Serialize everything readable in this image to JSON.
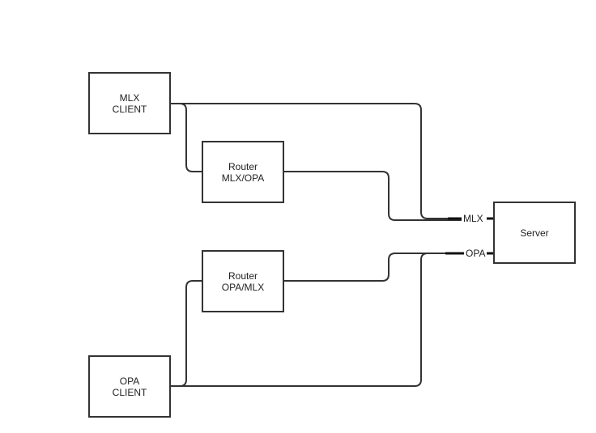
{
  "diagram": {
    "type": "network-connection-diagram",
    "stroke_color": "#333333",
    "background_color": "#ffffff",
    "nodes": [
      {
        "id": "mlx-client",
        "label": "MLX\nCLIENT"
      },
      {
        "id": "router-mlx-opa",
        "label": "Router\nMLX/OPA"
      },
      {
        "id": "router-opa-mlx",
        "label": "Router\nOPA/MLX"
      },
      {
        "id": "opa-client",
        "label": "OPA\nCLIENT"
      },
      {
        "id": "server",
        "label": "Server"
      }
    ],
    "ports": [
      {
        "id": "mlx",
        "label": "MLX",
        "node": "server"
      },
      {
        "id": "opa",
        "label": "OPA",
        "node": "server"
      }
    ],
    "edges": [
      {
        "from": "mlx-client",
        "to": "server.mlx"
      },
      {
        "from": "mlx-client",
        "to": "router-mlx-opa"
      },
      {
        "from": "router-mlx-opa",
        "to": "server.mlx"
      },
      {
        "from": "router-opa-mlx",
        "to": "server.opa"
      },
      {
        "from": "opa-client",
        "to": "router-opa-mlx"
      },
      {
        "from": "opa-client",
        "to": "server.opa"
      }
    ]
  }
}
